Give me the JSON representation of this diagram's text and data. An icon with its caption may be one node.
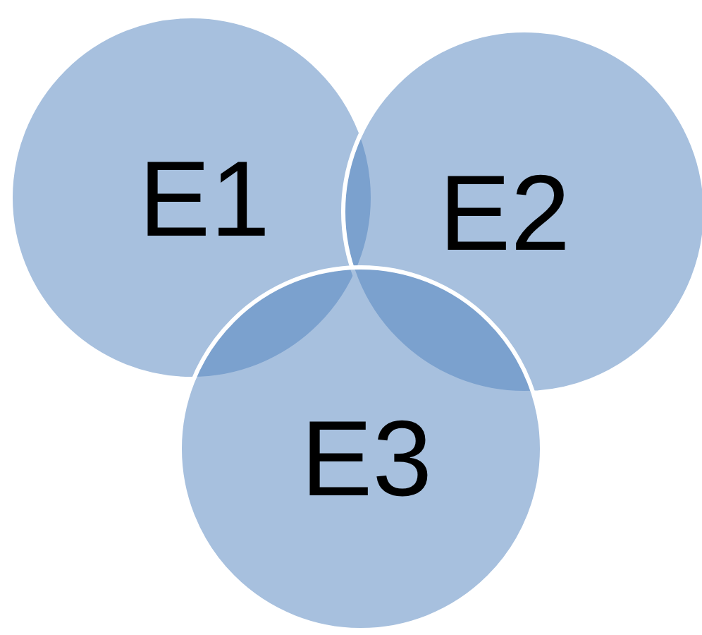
{
  "diagram": {
    "nodes": [
      {
        "text": [
          "E1"
        ]
      },
      {
        "text": [
          "E2"
        ]
      },
      {
        "text": [
          "E3"
        ]
      }
    ],
    "edges": []
  }
}
